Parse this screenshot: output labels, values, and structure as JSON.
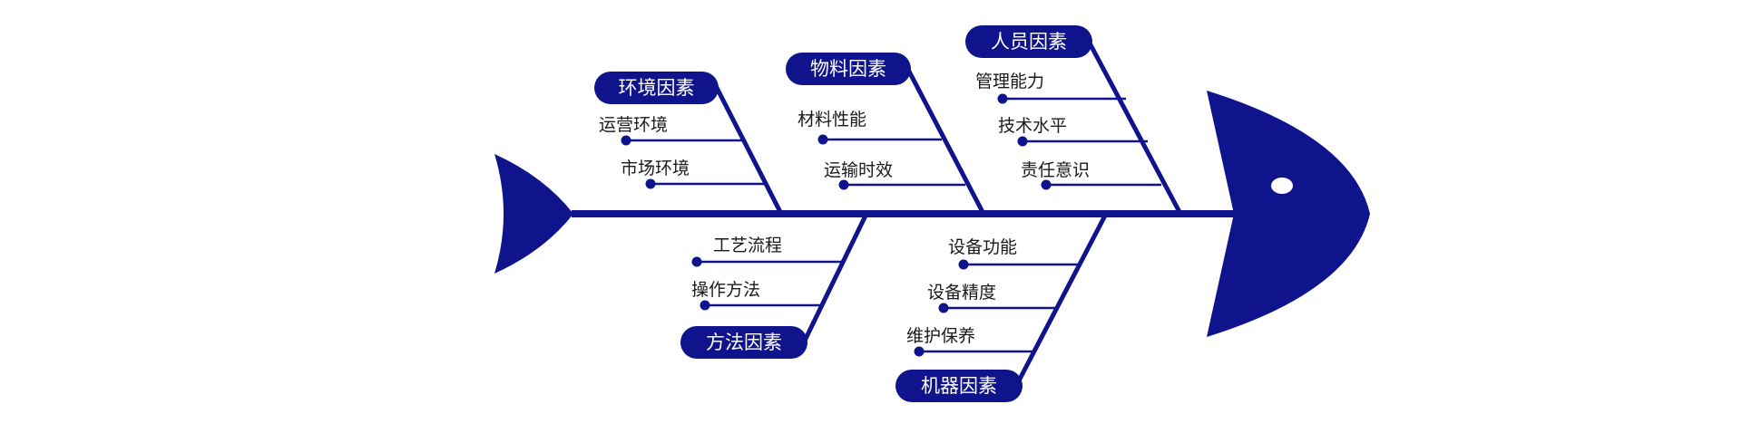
{
  "colors": {
    "primary": "#10148c",
    "text": "#1a1a1a",
    "background": "#ffffff"
  },
  "categories": {
    "environment": {
      "label": "环境因素",
      "items": [
        "运营环境",
        "市场环境"
      ]
    },
    "material": {
      "label": "物料因素",
      "items": [
        "材料性能",
        "运输时效"
      ]
    },
    "people": {
      "label": "人员因素",
      "items": [
        "管理能力",
        "技术水平",
        "责任意识"
      ]
    },
    "method": {
      "label": "方法因素",
      "items": [
        "工艺流程",
        "操作方法"
      ]
    },
    "machine": {
      "label": "机器因素",
      "items": [
        "设备功能",
        "设备精度",
        "维护保养"
      ]
    }
  }
}
